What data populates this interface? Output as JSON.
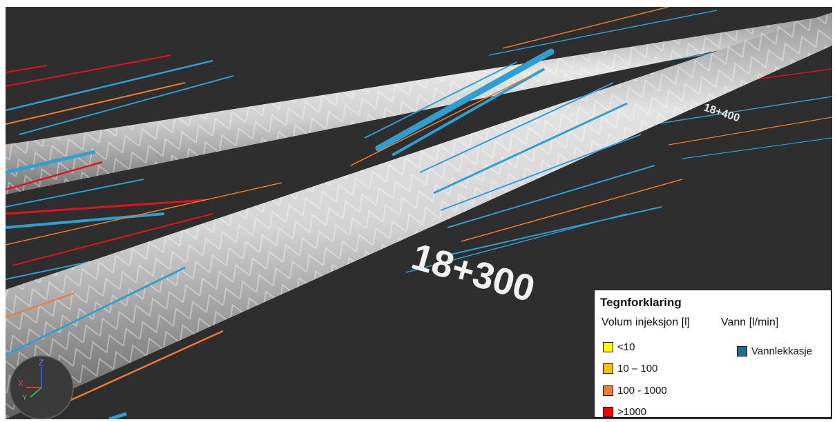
{
  "scene": {
    "station_labels": [
      "18+300",
      "18+400"
    ],
    "axis_labels": {
      "x": "X",
      "y": "Y",
      "z": "Z"
    }
  },
  "legend": {
    "title": "Tegnforklaring",
    "injection": {
      "heading": "Volum injeksjon [l]",
      "items": [
        {
          "label": "<10",
          "color": "#ffff00"
        },
        {
          "label": "10 – 100",
          "color": "#ffc000"
        },
        {
          "label": "100 - 1000",
          "color": "#ed7d31"
        },
        {
          "label": ">1000",
          "color": "#ff0000"
        }
      ]
    },
    "water": {
      "heading": "Vann [l/min]",
      "items": [
        {
          "label": "Vannlekkasje",
          "color": "#1f6e91"
        }
      ]
    }
  },
  "colors": {
    "background": "#2e2e2e",
    "tunnel": "#bdbdbd",
    "water_line": "#2f9fd0",
    "orange_line": "#ed7d31",
    "red_line": "#e0141e"
  }
}
